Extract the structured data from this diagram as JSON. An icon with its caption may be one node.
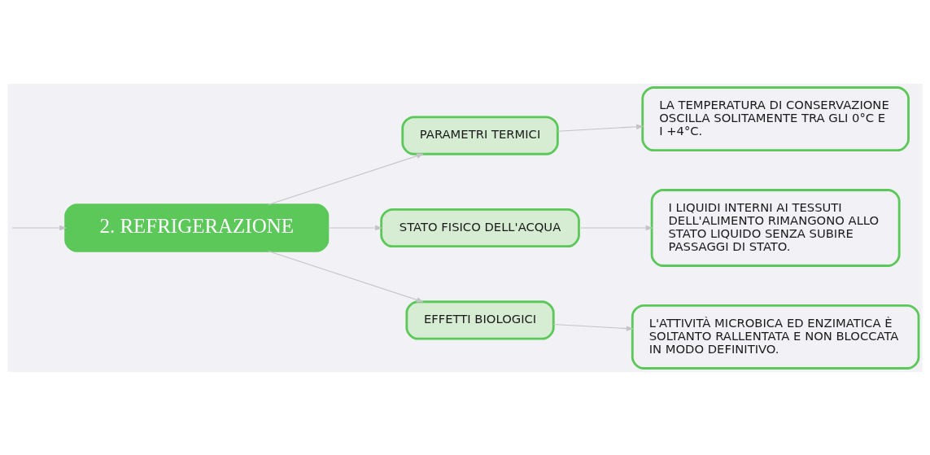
{
  "diagram": {
    "nodes": [
      {
        "text": [
          "2. REFRIGERAZIONE"
        ]
      },
      {
        "text": [
          "PARAMETRI TERMICI"
        ]
      },
      {
        "text": [
          "STATO FISICO DELL'ACQUA"
        ]
      },
      {
        "text": [
          "EFFETTI BIOLOGICI"
        ]
      },
      {
        "text": [
          "LA TEMPERATURA DI CONSERVAZIONE OSCILLA SOLITAMENTE TRA GLI 0°C E I +4°C."
        ]
      },
      {
        "text": [
          "I LIQUIDI INTERNI AI TESSUTI DELL'ALIMENTO RIMANGONO ALLO STATO LIQUIDO SENZA SUBIRE PASSAGGI DI STATO."
        ]
      },
      {
        "text": [
          "L'ATTIVITÀ MICROBICA ED ENZIMATICA È SOLTANTO RALLENTATA E NON BLOCCATA IN MODO DEFINITIVO."
        ]
      }
    ],
    "edges": [
      {
        "from": null,
        "to": 0,
        "arrow": "to"
      },
      {
        "from": 0,
        "to": 1,
        "arrow": "to"
      },
      {
        "from": 0,
        "to": 2,
        "arrow": "to"
      },
      {
        "from": 0,
        "to": 3,
        "arrow": "to"
      },
      {
        "from": 1,
        "to": 4,
        "arrow": "to"
      },
      {
        "from": 2,
        "to": 5,
        "arrow": "to"
      },
      {
        "from": 3,
        "to": 6,
        "arrow": "to"
      }
    ]
  }
}
